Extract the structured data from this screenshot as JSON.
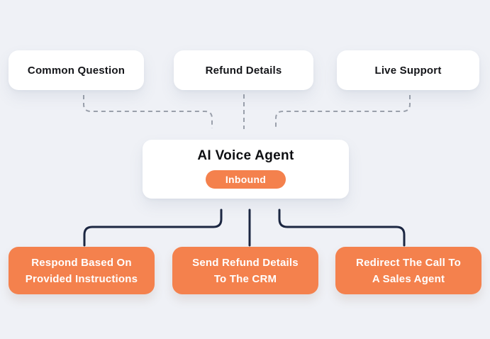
{
  "page": {
    "background": "#EFF1F6"
  },
  "colors": {
    "card_white": "#FFFFFF",
    "accent_orange": "#F4814D",
    "connector_navy": "#1C2742",
    "connector_dash_gray": "#9AA0AB",
    "heading_text": "#141519",
    "light_text": "#FFFFFF"
  },
  "top_nodes": [
    {
      "label": "Common Question"
    },
    {
      "label": "Refund Details"
    },
    {
      "label": "Live Support"
    }
  ],
  "center_node": {
    "title": "AI Voice Agent",
    "badge_label": "Inbound"
  },
  "bottom_nodes": [
    {
      "line1": "Respond Based On",
      "line2": "Provided Instructions"
    },
    {
      "line1": "Send Refund Details",
      "line2": "To The CRM"
    },
    {
      "line1": "Redirect The Call To",
      "line2": "A Sales Agent"
    }
  ]
}
